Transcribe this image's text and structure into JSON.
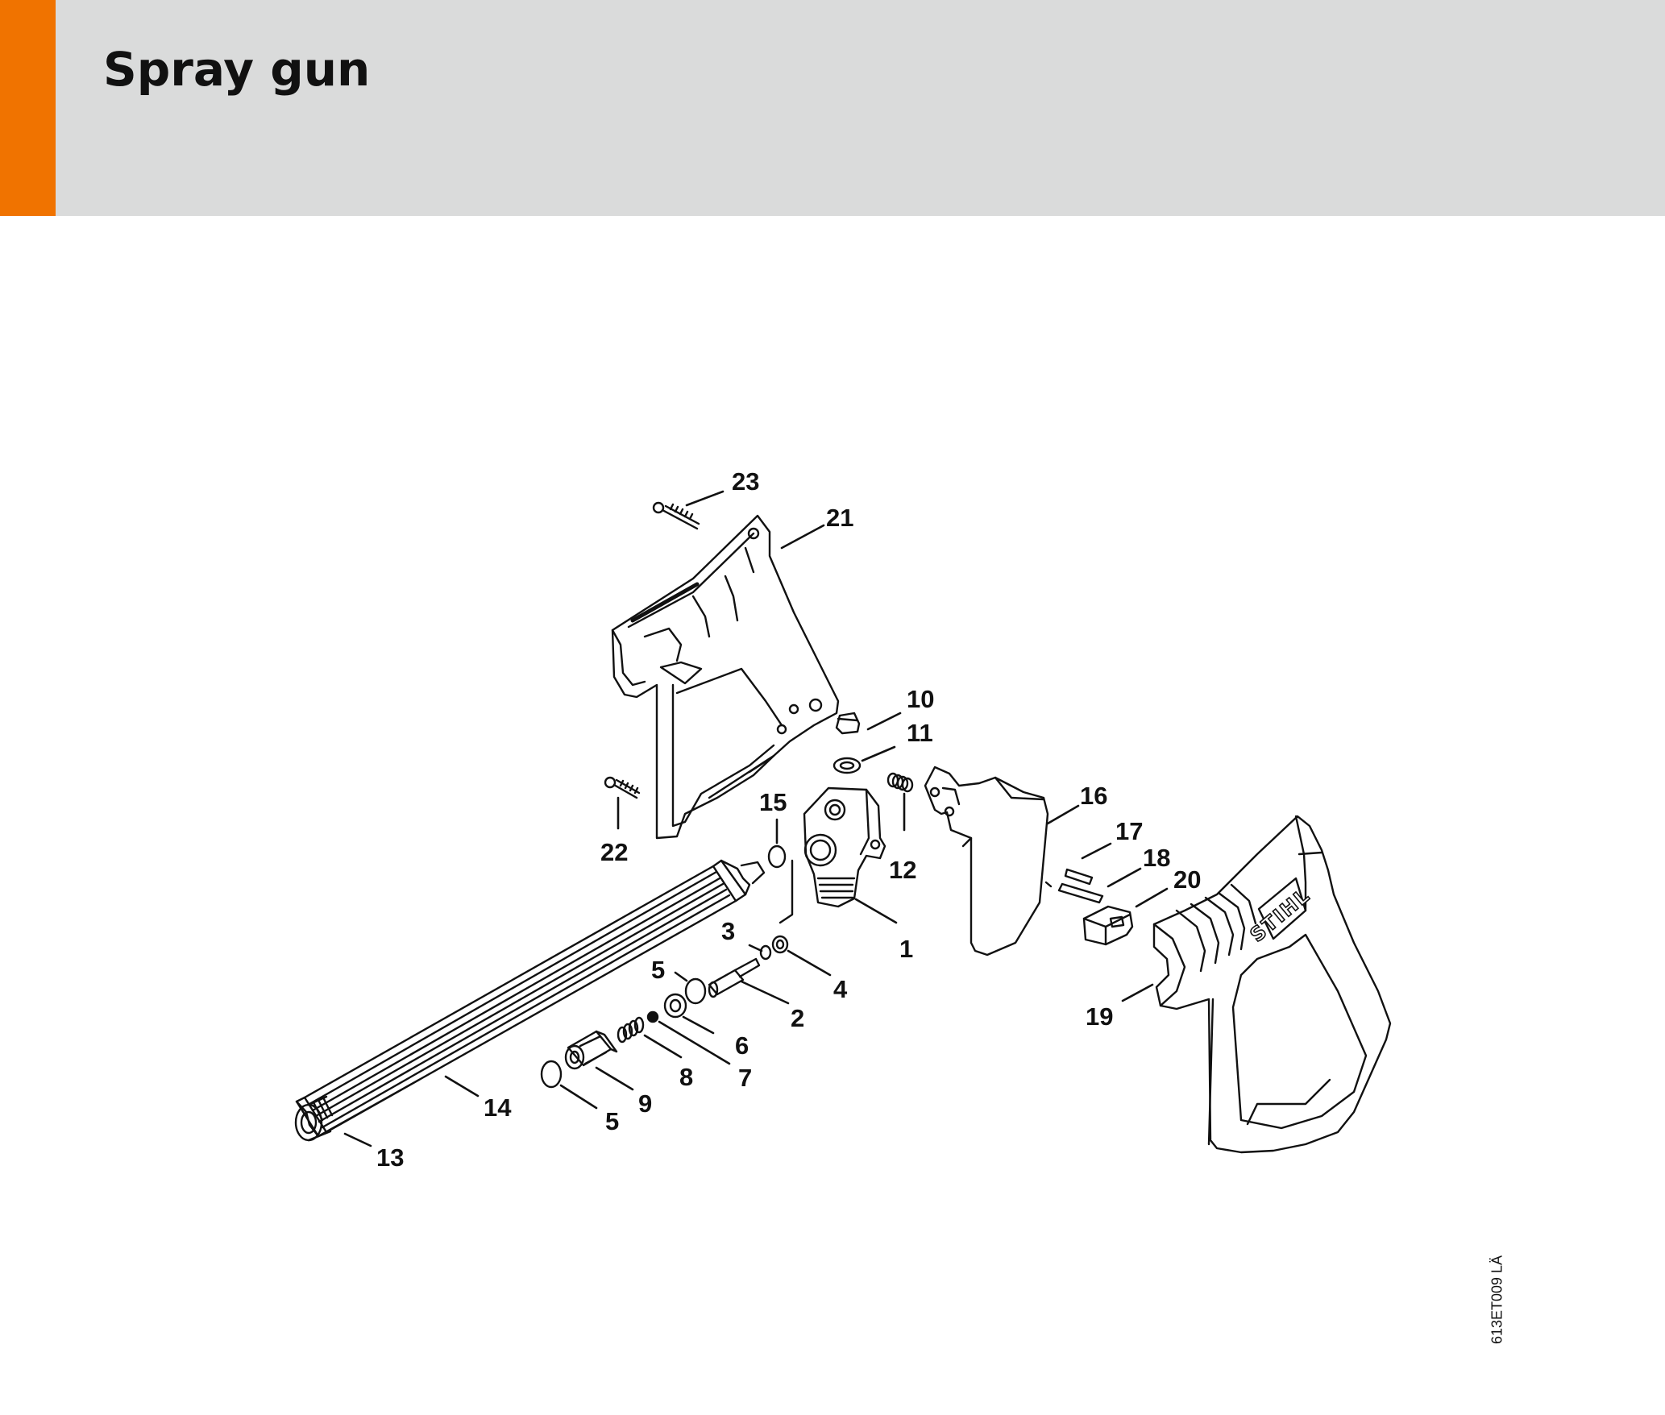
{
  "header": {
    "title": "Spray gun",
    "accent_color": "#f07300",
    "background_color": "#dadbdb"
  },
  "diagram": {
    "callouts": [
      "1",
      "2",
      "3",
      "4",
      "5",
      "5",
      "6",
      "7",
      "8",
      "9",
      "10",
      "11",
      "12",
      "13",
      "14",
      "15",
      "16",
      "17",
      "18",
      "19",
      "20",
      "21",
      "22",
      "23"
    ],
    "brand_text": "STIHL",
    "drawing_reference": "613ET009 LÄ"
  }
}
